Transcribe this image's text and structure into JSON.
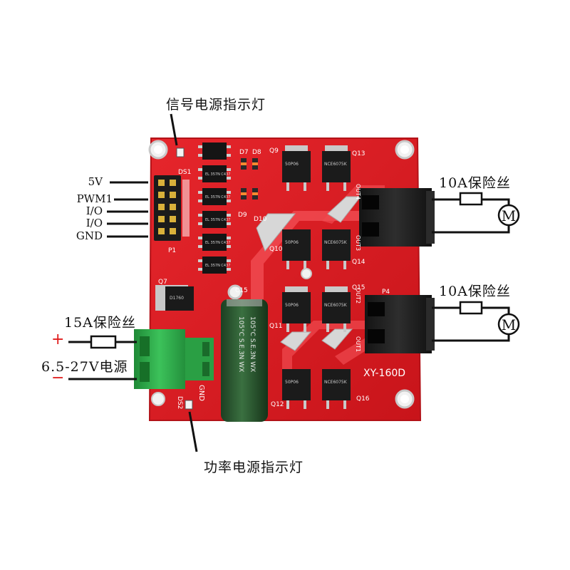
{
  "callouts": {
    "signal_power_led": "信号电源指示灯",
    "power_led": "功率电源指示灯",
    "fuse_top": "10A保险丝",
    "fuse_bottom": "10A保险丝",
    "fuse_main": "15A保险丝",
    "supply_voltage": "6.5-27V电源"
  },
  "supply": {
    "plus": "+",
    "minus": "−"
  },
  "pins": [
    "5V",
    "PWM1",
    "I/O",
    "I/O",
    "GND"
  ],
  "motor_symbol": "M",
  "board": {
    "model": "XY-160D",
    "labels": {
      "ds1": "DS1",
      "ds2": "DS2",
      "p1": "P1",
      "p4": "P4",
      "q7": "Q7",
      "q9": "Q9",
      "q10": "Q10",
      "q11": "Q11",
      "q12": "Q12",
      "q13": "Q13",
      "q14": "Q14",
      "q15": "Q15",
      "q16": "Q16",
      "c15": "C15",
      "d7": "D7",
      "d8": "D8",
      "d9": "D9",
      "d10": "D10",
      "out1": "OUT1",
      "out2": "OUT2",
      "out3": "OUT3",
      "out4": "OUT4",
      "gnd": "GND"
    },
    "ic_text": "EL 357N C437",
    "mosfet_p_text": "50P06",
    "mosfet_n_text": "NCE6075K",
    "regulator_text": "D1760",
    "cap_text": "105°C S.E.3N WX"
  },
  "colors": {
    "pcb": "#dd1c22",
    "pcb_edge": "#b31218",
    "trace": "#ef4a4e",
    "silkscreen": "#ffffff",
    "terminal_green": "#2fae4a",
    "capacitor": "#25502c",
    "leader": "#111111"
  }
}
